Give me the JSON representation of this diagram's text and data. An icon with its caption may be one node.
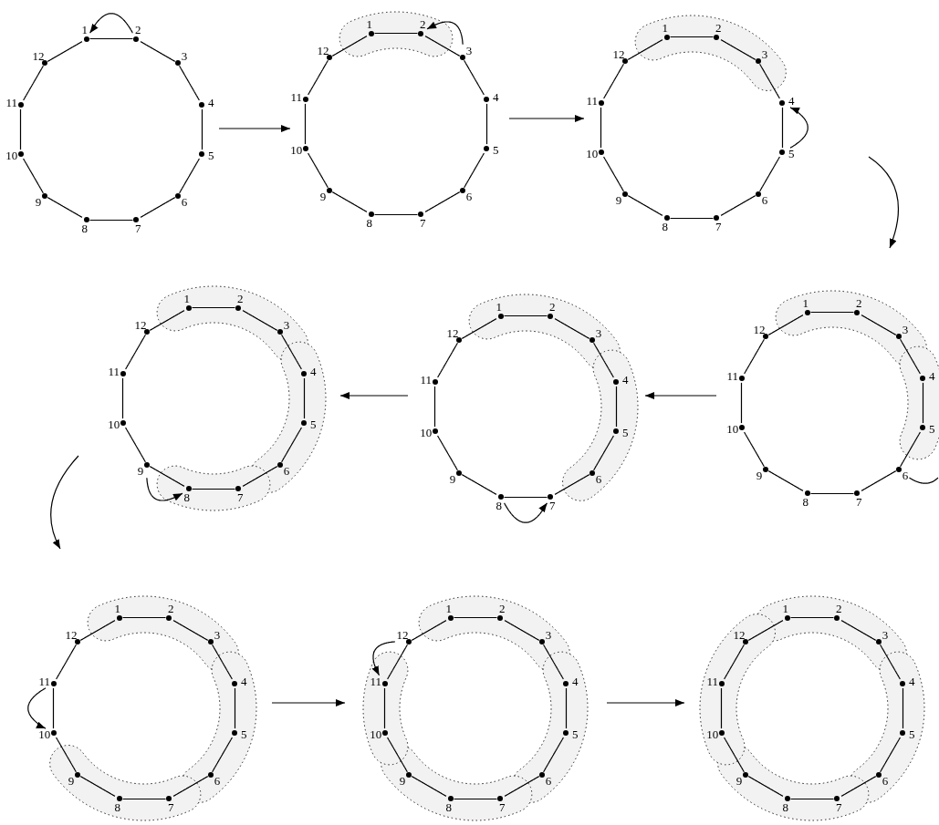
{
  "diagram": {
    "nodes": [
      {
        "text": [
          "1"
        ]
      },
      {
        "text": [
          "2"
        ]
      },
      {
        "text": [
          "3"
        ]
      },
      {
        "text": [
          "4"
        ]
      },
      {
        "text": [
          "5"
        ]
      },
      {
        "text": [
          "6"
        ]
      },
      {
        "text": [
          "7"
        ]
      },
      {
        "text": [
          "8"
        ]
      },
      {
        "text": [
          "9"
        ]
      },
      {
        "text": [
          "10"
        ]
      },
      {
        "text": [
          "11"
        ]
      },
      {
        "text": [
          "12"
        ]
      },
      {
        "text": [],
        "shape": "band"
      },
      {
        "text": [
          "1"
        ],
        "in": 12
      },
      {
        "text": [
          "2"
        ],
        "in": 12
      },
      {
        "text": [
          "3"
        ]
      },
      {
        "text": [
          "4"
        ]
      },
      {
        "text": [
          "5"
        ]
      },
      {
        "text": [
          "6"
        ]
      },
      {
        "text": [
          "7"
        ]
      },
      {
        "text": [
          "8"
        ]
      },
      {
        "text": [
          "9"
        ]
      },
      {
        "text": [
          "10"
        ]
      },
      {
        "text": [
          "11"
        ]
      },
      {
        "text": [
          "12"
        ]
      },
      {
        "text": [],
        "shape": "band"
      },
      {
        "text": [
          "1"
        ],
        "in": 25
      },
      {
        "text": [
          "2"
        ],
        "in": 25
      },
      {
        "text": [
          "3"
        ],
        "in": 25
      },
      {
        "text": [
          "4"
        ]
      },
      {
        "text": [
          "5"
        ]
      },
      {
        "text": [
          "6"
        ]
      },
      {
        "text": [
          "7"
        ]
      },
      {
        "text": [
          "8"
        ]
      },
      {
        "text": [
          "9"
        ]
      },
      {
        "text": [
          "10"
        ]
      },
      {
        "text": [
          "11"
        ]
      },
      {
        "text": [
          "12"
        ]
      },
      {
        "text": [],
        "shape": "band"
      },
      {
        "text": [],
        "shape": "band"
      },
      {
        "text": [],
        "shape": "band"
      },
      {
        "text": [
          "1"
        ],
        "in": 38
      },
      {
        "text": [
          "2"
        ],
        "in": 38
      },
      {
        "text": [
          "3"
        ],
        "in": 38
      },
      {
        "text": [
          "4"
        ],
        "in": 39
      },
      {
        "text": [
          "5"
        ],
        "in": 39
      },
      {
        "text": [
          "6"
        ],
        "in": 39
      },
      {
        "text": [
          "7"
        ],
        "in": 40
      },
      {
        "text": [
          "8"
        ],
        "in": 40
      },
      {
        "text": [
          "9"
        ]
      },
      {
        "text": [
          "10"
        ]
      },
      {
        "text": [
          "11"
        ]
      },
      {
        "text": [
          "12"
        ]
      },
      {
        "text": [],
        "shape": "band"
      },
      {
        "text": [],
        "shape": "band"
      },
      {
        "text": [
          "1"
        ],
        "in": 53
      },
      {
        "text": [
          "2"
        ],
        "in": 53
      },
      {
        "text": [
          "3"
        ],
        "in": 53
      },
      {
        "text": [
          "4"
        ],
        "in": 54
      },
      {
        "text": [
          "5"
        ],
        "in": 54
      },
      {
        "text": [
          "6"
        ],
        "in": 54
      },
      {
        "text": [
          "7"
        ]
      },
      {
        "text": [
          "8"
        ]
      },
      {
        "text": [
          "9"
        ]
      },
      {
        "text": [
          "10"
        ]
      },
      {
        "text": [
          "11"
        ]
      },
      {
        "text": [
          "12"
        ]
      },
      {
        "text": [],
        "shape": "band"
      },
      {
        "text": [],
        "shape": "band"
      },
      {
        "text": [
          "1"
        ],
        "in": 67
      },
      {
        "text": [
          "2"
        ],
        "in": 67
      },
      {
        "text": [
          "3"
        ],
        "in": 67
      },
      {
        "text": [
          "4"
        ],
        "in": 68
      },
      {
        "text": [
          "5"
        ],
        "in": 68
      },
      {
        "text": [
          "6"
        ]
      },
      {
        "text": [
          "7"
        ]
      },
      {
        "text": [
          "8"
        ]
      },
      {
        "text": [
          "9"
        ]
      },
      {
        "text": [
          "10"
        ]
      },
      {
        "text": [
          "11"
        ]
      },
      {
        "text": [
          "12"
        ]
      },
      {
        "text": [],
        "shape": "band"
      },
      {
        "text": [],
        "shape": "band"
      },
      {
        "text": [],
        "shape": "band"
      },
      {
        "text": [
          "1"
        ],
        "in": 81
      },
      {
        "text": [
          "2"
        ],
        "in": 81
      },
      {
        "text": [
          "3"
        ],
        "in": 81
      },
      {
        "text": [
          "4"
        ],
        "in": 82
      },
      {
        "text": [
          "5"
        ],
        "in": 82
      },
      {
        "text": [
          "6"
        ],
        "in": 82
      },
      {
        "text": [
          "7"
        ],
        "in": 83
      },
      {
        "text": [
          "8"
        ],
        "in": 83
      },
      {
        "text": [
          "9"
        ],
        "in": 83
      },
      {
        "text": [
          "10"
        ]
      },
      {
        "text": [
          "11"
        ]
      },
      {
        "text": [
          "12"
        ]
      },
      {
        "text": [],
        "shape": "band"
      },
      {
        "text": [],
        "shape": "band"
      },
      {
        "text": [],
        "shape": "band"
      },
      {
        "text": [],
        "shape": "band"
      },
      {
        "text": [
          "1"
        ],
        "in": 96
      },
      {
        "text": [
          "2"
        ],
        "in": 96
      },
      {
        "text": [
          "3"
        ],
        "in": 96
      },
      {
        "text": [
          "4"
        ],
        "in": 97
      },
      {
        "text": [
          "5"
        ],
        "in": 97
      },
      {
        "text": [
          "6"
        ],
        "in": 97
      },
      {
        "text": [
          "7"
        ],
        "in": 98
      },
      {
        "text": [
          "8"
        ],
        "in": 98
      },
      {
        "text": [
          "9"
        ],
        "in": 98
      },
      {
        "text": [
          "10"
        ],
        "in": 99
      },
      {
        "text": [
          "11"
        ],
        "in": 99
      },
      {
        "text": [
          "12"
        ]
      },
      {
        "text": [],
        "shape": "band"
      },
      {
        "text": [],
        "shape": "band"
      },
      {
        "text": [],
        "shape": "band"
      },
      {
        "text": [],
        "shape": "band"
      },
      {
        "text": [
          "1"
        ],
        "in": 112
      },
      {
        "text": [
          "2"
        ],
        "in": 112
      },
      {
        "text": [
          "3"
        ],
        "in": 112
      },
      {
        "text": [
          "4"
        ],
        "in": 113
      },
      {
        "text": [
          "5"
        ],
        "in": 113
      },
      {
        "text": [
          "6"
        ],
        "in": 113
      },
      {
        "text": [
          "7"
        ],
        "in": 114
      },
      {
        "text": [
          "8"
        ],
        "in": 114
      },
      {
        "text": [
          "9"
        ],
        "in": 114
      },
      {
        "text": [
          "10"
        ],
        "in": 115
      },
      {
        "text": [
          "11"
        ],
        "in": 115
      },
      {
        "text": [
          "12"
        ],
        "in": 115
      }
    ],
    "edges": [
      {
        "from": 0,
        "to": 1,
        "arrow": "none"
      },
      {
        "from": 1,
        "to": 2,
        "arrow": "none"
      },
      {
        "from": 2,
        "to": 3,
        "arrow": "none"
      },
      {
        "from": 3,
        "to": 4,
        "arrow": "none"
      },
      {
        "from": 4,
        "to": 5,
        "arrow": "none"
      },
      {
        "from": 5,
        "to": 6,
        "arrow": "none"
      },
      {
        "from": 6,
        "to": 7,
        "arrow": "none"
      },
      {
        "from": 7,
        "to": 8,
        "arrow": "none"
      },
      {
        "from": 8,
        "to": 9,
        "arrow": "none"
      },
      {
        "from": 9,
        "to": 10,
        "arrow": "none"
      },
      {
        "from": 10,
        "to": 11,
        "arrow": "none"
      },
      {
        "from": 11,
        "to": 0,
        "arrow": "none"
      },
      {
        "from": 1,
        "to": 0,
        "arrow": "to"
      },
      {
        "from": 13,
        "to": 14,
        "arrow": "none"
      },
      {
        "from": 14,
        "to": 15,
        "arrow": "none"
      },
      {
        "from": 15,
        "to": 16,
        "arrow": "none"
      },
      {
        "from": 16,
        "to": 17,
        "arrow": "none"
      },
      {
        "from": 17,
        "to": 18,
        "arrow": "none"
      },
      {
        "from": 18,
        "to": 19,
        "arrow": "none"
      },
      {
        "from": 19,
        "to": 20,
        "arrow": "none"
      },
      {
        "from": 20,
        "to": 21,
        "arrow": "none"
      },
      {
        "from": 21,
        "to": 22,
        "arrow": "none"
      },
      {
        "from": 22,
        "to": 23,
        "arrow": "none"
      },
      {
        "from": 23,
        "to": 24,
        "arrow": "none"
      },
      {
        "from": 24,
        "to": 13,
        "arrow": "none"
      },
      {
        "from": 15,
        "to": 14,
        "arrow": "to"
      },
      {
        "from": 26,
        "to": 27,
        "arrow": "none"
      },
      {
        "from": 27,
        "to": 28,
        "arrow": "none"
      },
      {
        "from": 28,
        "to": 29,
        "arrow": "none"
      },
      {
        "from": 29,
        "to": 30,
        "arrow": "none"
      },
      {
        "from": 30,
        "to": 31,
        "arrow": "none"
      },
      {
        "from": 31,
        "to": 32,
        "arrow": "none"
      },
      {
        "from": 32,
        "to": 33,
        "arrow": "none"
      },
      {
        "from": 33,
        "to": 34,
        "arrow": "none"
      },
      {
        "from": 34,
        "to": 35,
        "arrow": "none"
      },
      {
        "from": 35,
        "to": 36,
        "arrow": "none"
      },
      {
        "from": 36,
        "to": 37,
        "arrow": "none"
      },
      {
        "from": 37,
        "to": 26,
        "arrow": "none"
      },
      {
        "from": 30,
        "to": 29,
        "arrow": "to"
      },
      {
        "from": 41,
        "to": 42,
        "arrow": "none"
      },
      {
        "from": 42,
        "to": 43,
        "arrow": "none"
      },
      {
        "from": 43,
        "to": 44,
        "arrow": "none"
      },
      {
        "from": 44,
        "to": 45,
        "arrow": "none"
      },
      {
        "from": 45,
        "to": 46,
        "arrow": "none"
      },
      {
        "from": 46,
        "to": 47,
        "arrow": "none"
      },
      {
        "from": 47,
        "to": 48,
        "arrow": "none"
      },
      {
        "from": 48,
        "to": 49,
        "arrow": "none"
      },
      {
        "from": 49,
        "to": 50,
        "arrow": "none"
      },
      {
        "from": 50,
        "to": 51,
        "arrow": "none"
      },
      {
        "from": 51,
        "to": 52,
        "arrow": "none"
      },
      {
        "from": 52,
        "to": 41,
        "arrow": "none"
      },
      {
        "from": 49,
        "to": 48,
        "arrow": "to"
      },
      {
        "from": 55,
        "to": 56,
        "arrow": "none"
      },
      {
        "from": 56,
        "to": 57,
        "arrow": "none"
      },
      {
        "from": 57,
        "to": 58,
        "arrow": "none"
      },
      {
        "from": 58,
        "to": 59,
        "arrow": "none"
      },
      {
        "from": 59,
        "to": 60,
        "arrow": "none"
      },
      {
        "from": 60,
        "to": 61,
        "arrow": "none"
      },
      {
        "from": 61,
        "to": 62,
        "arrow": "none"
      },
      {
        "from": 62,
        "to": 63,
        "arrow": "none"
      },
      {
        "from": 63,
        "to": 64,
        "arrow": "none"
      },
      {
        "from": 64,
        "to": 65,
        "arrow": "none"
      },
      {
        "from": 65,
        "to": 66,
        "arrow": "none"
      },
      {
        "from": 66,
        "to": 55,
        "arrow": "none"
      },
      {
        "from": 62,
        "to": 61,
        "arrow": "to"
      },
      {
        "from": 69,
        "to": 70,
        "arrow": "none"
      },
      {
        "from": 70,
        "to": 71,
        "arrow": "none"
      },
      {
        "from": 71,
        "to": 72,
        "arrow": "none"
      },
      {
        "from": 72,
        "to": 73,
        "arrow": "none"
      },
      {
        "from": 73,
        "to": 74,
        "arrow": "none"
      },
      {
        "from": 74,
        "to": 75,
        "arrow": "none"
      },
      {
        "from": 75,
        "to": 76,
        "arrow": "none"
      },
      {
        "from": 76,
        "to": 77,
        "arrow": "none"
      },
      {
        "from": 77,
        "to": 78,
        "arrow": "none"
      },
      {
        "from": 78,
        "to": 79,
        "arrow": "none"
      },
      {
        "from": 79,
        "to": 80,
        "arrow": "none"
      },
      {
        "from": 80,
        "to": 69,
        "arrow": "none"
      },
      {
        "from": 74,
        "to": null,
        "arrow": "none"
      },
      {
        "from": 84,
        "to": 85,
        "arrow": "none"
      },
      {
        "from": 85,
        "to": 86,
        "arrow": "none"
      },
      {
        "from": 86,
        "to": 87,
        "arrow": "none"
      },
      {
        "from": 87,
        "to": 88,
        "arrow": "none"
      },
      {
        "from": 88,
        "to": 89,
        "arrow": "none"
      },
      {
        "from": 89,
        "to": 90,
        "arrow": "none"
      },
      {
        "from": 90,
        "to": 91,
        "arrow": "none"
      },
      {
        "from": 91,
        "to": 92,
        "arrow": "none"
      },
      {
        "from": 92,
        "to": 93,
        "arrow": "none"
      },
      {
        "from": 93,
        "to": 94,
        "arrow": "none"
      },
      {
        "from": 94,
        "to": 95,
        "arrow": "none"
      },
      {
        "from": 95,
        "to": 84,
        "arrow": "none"
      },
      {
        "from": 94,
        "to": 93,
        "arrow": "to"
      },
      {
        "from": 100,
        "to": 101,
        "arrow": "none"
      },
      {
        "from": 101,
        "to": 102,
        "arrow": "none"
      },
      {
        "from": 102,
        "to": 103,
        "arrow": "none"
      },
      {
        "from": 103,
        "to": 104,
        "arrow": "none"
      },
      {
        "from": 104,
        "to": 105,
        "arrow": "none"
      },
      {
        "from": 105,
        "to": 106,
        "arrow": "none"
      },
      {
        "from": 106,
        "to": 107,
        "arrow": "none"
      },
      {
        "from": 107,
        "to": 108,
        "arrow": "none"
      },
      {
        "from": 108,
        "to": 109,
        "arrow": "none"
      },
      {
        "from": 109,
        "to": 110,
        "arrow": "none"
      },
      {
        "from": 110,
        "to": 111,
        "arrow": "none"
      },
      {
        "from": 111,
        "to": 100,
        "arrow": "none"
      },
      {
        "from": 111,
        "to": 110,
        "arrow": "to"
      },
      {
        "from": 116,
        "to": 117,
        "arrow": "none"
      },
      {
        "from": 117,
        "to": 118,
        "arrow": "none"
      },
      {
        "from": 118,
        "to": 119,
        "arrow": "none"
      },
      {
        "from": 119,
        "to": 120,
        "arrow": "none"
      },
      {
        "from": 120,
        "to": 121,
        "arrow": "none"
      },
      {
        "from": 121,
        "to": 122,
        "arrow": "none"
      },
      {
        "from": 122,
        "to": 123,
        "arrow": "none"
      },
      {
        "from": 123,
        "to": 124,
        "arrow": "none"
      },
      {
        "from": 124,
        "to": 125,
        "arrow": "none"
      },
      {
        "from": 125,
        "to": 126,
        "arrow": "none"
      },
      {
        "from": 126,
        "to": 127,
        "arrow": "none"
      },
      {
        "from": 127,
        "to": 116,
        "arrow": "none"
      }
    ]
  }
}
